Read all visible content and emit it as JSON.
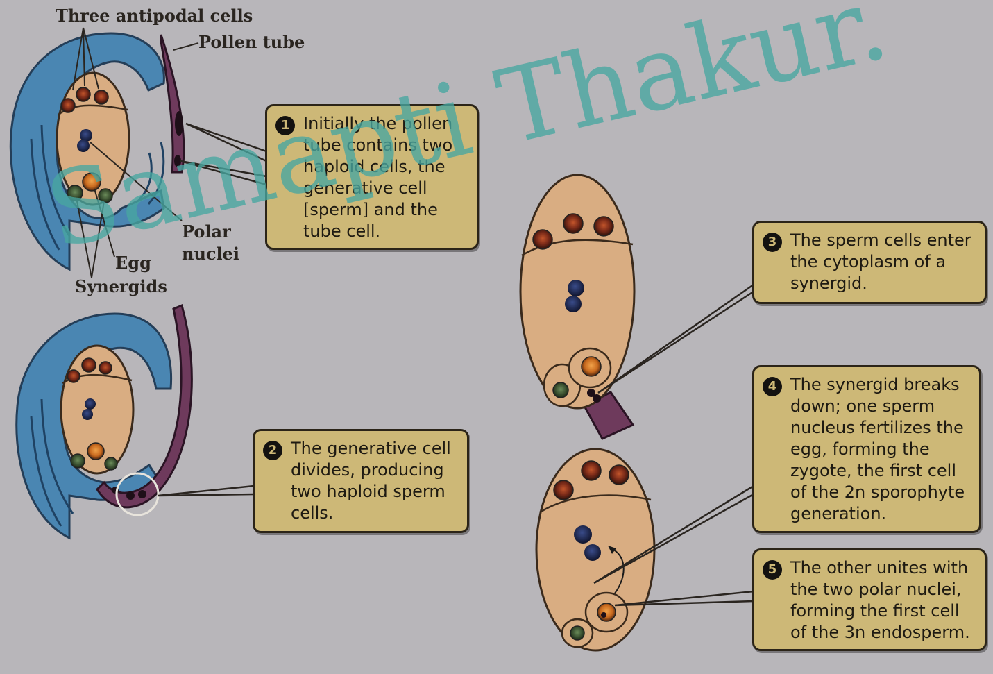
{
  "labels": {
    "antipodal": "Three antipodal cells",
    "pollen_tube": "Pollen tube",
    "polar_nuclei": "Polar\nnuclei",
    "egg": "Egg",
    "synergids": "Synergids"
  },
  "steps": [
    {
      "number": "1",
      "text": "Initially the pollen tube contains two haploid cells, the generative cell [sperm] and the tube cell."
    },
    {
      "number": "2",
      "text": "The generative cell divides, producing two haploid sperm cells."
    },
    {
      "number": "3",
      "text": "The sperm cells enter the cytoplasm of a synergid."
    },
    {
      "number": "4",
      "text": "The synergid breaks down; one sperm nucleus fertilizes the egg, forming the zygote, the first cell of the 2n sporophyte generation."
    },
    {
      "number": "5",
      "text": "The other unites with the two polar nuclei, forming the first cell of the 3n endosperm."
    }
  ],
  "watermark": "Samapti Thakur.",
  "colors": {
    "background": "#b8b6ba",
    "integument": "#4a86b2",
    "embryo_sac": "#d9ad82",
    "pollen_tube": "#6e3a5c",
    "callout_box": "#cdb877",
    "watermark": "#48a6a0"
  }
}
